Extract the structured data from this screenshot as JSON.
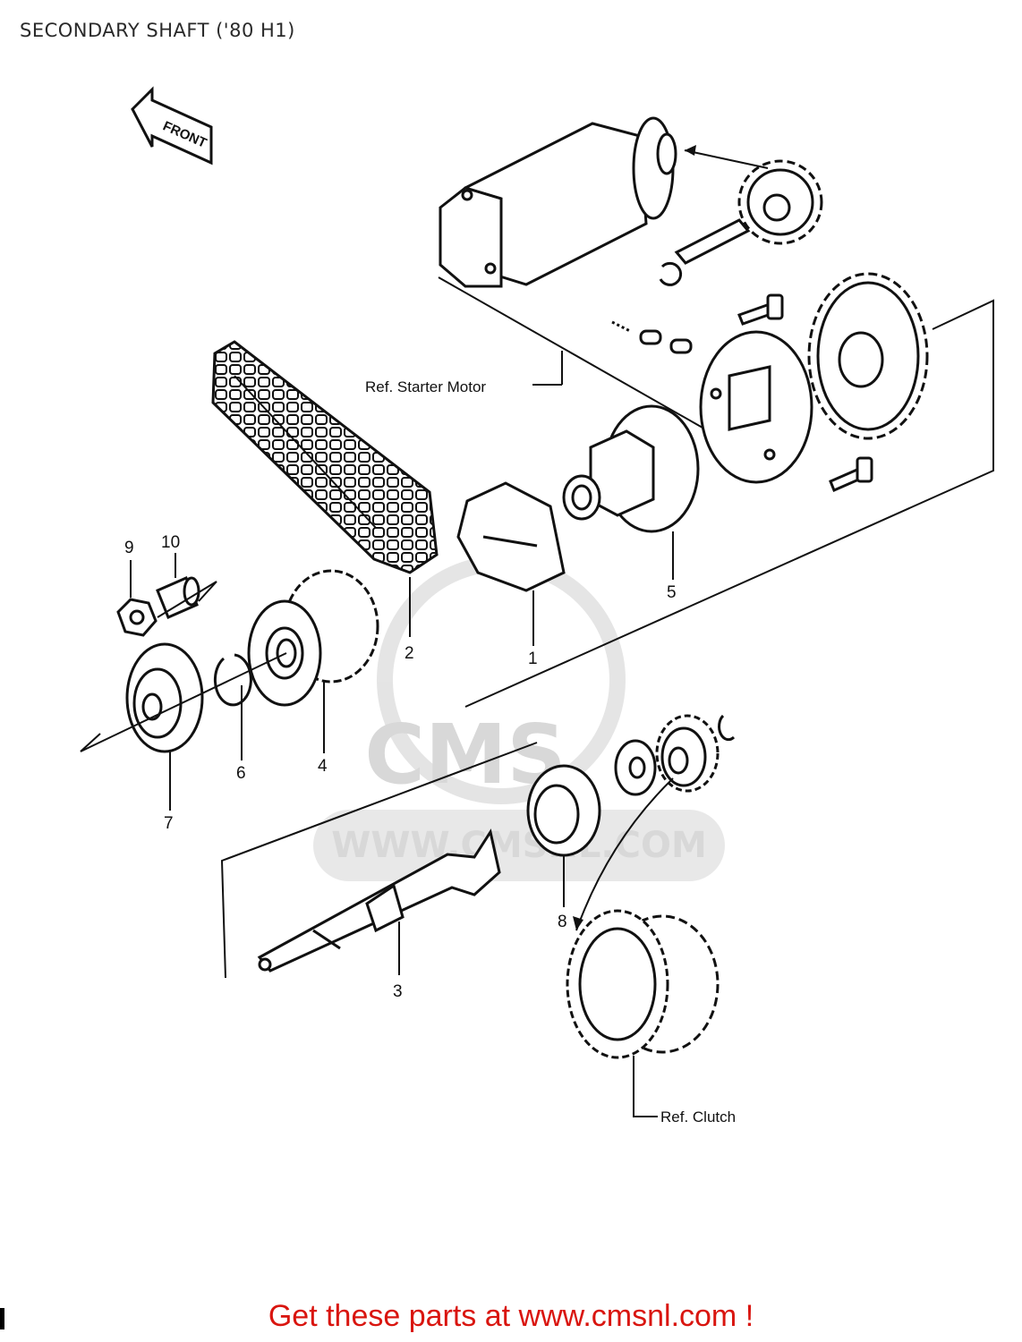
{
  "page": {
    "title": "SECONDARY SHAFT ('80 H1)",
    "cta": "Get these parts at www.cmsnl.com !",
    "colors": {
      "cta": "#d9150f",
      "ink": "#111111",
      "watermark": "#d4d4d4"
    }
  },
  "diagram": {
    "front_label": "FRONT",
    "references": {
      "starter_motor": "Ref. Starter Motor",
      "clutch": "Ref. Clutch"
    },
    "callouts": [
      "1",
      "2",
      "3",
      "4",
      "5",
      "6",
      "7",
      "8",
      "9",
      "10"
    ],
    "watermark": {
      "logo": "CMS",
      "url": "WWW.CMSNL.COM"
    }
  }
}
